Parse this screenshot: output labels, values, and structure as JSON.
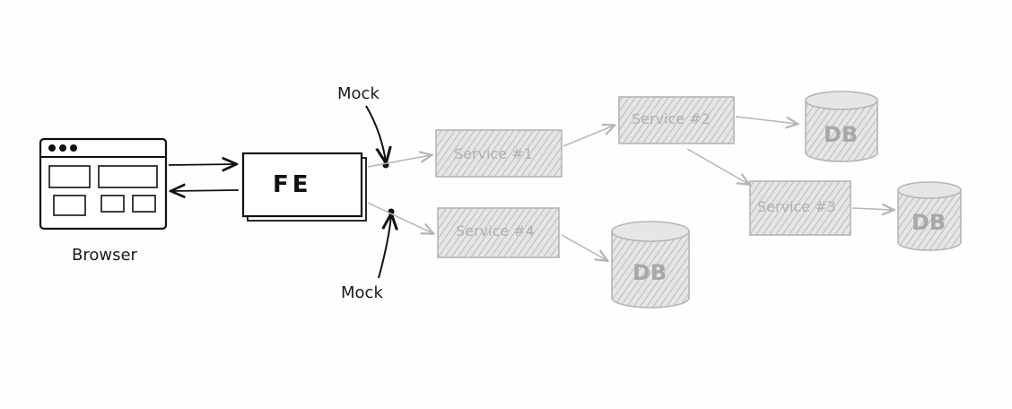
{
  "diagram": {
    "browser_label": "Browser",
    "fe_label": "FE",
    "mock_top_label": "Mock",
    "mock_bottom_label": "Mock",
    "service1_label": "Service #1",
    "service2_label": "Service #2",
    "service3_label": "Service #3",
    "service4_label": "Service #4",
    "db_label": "DB"
  },
  "colors": {
    "ink": "#111111",
    "faded_ink": "#b5b5b5",
    "faded_fill": "#d9d9d9"
  }
}
